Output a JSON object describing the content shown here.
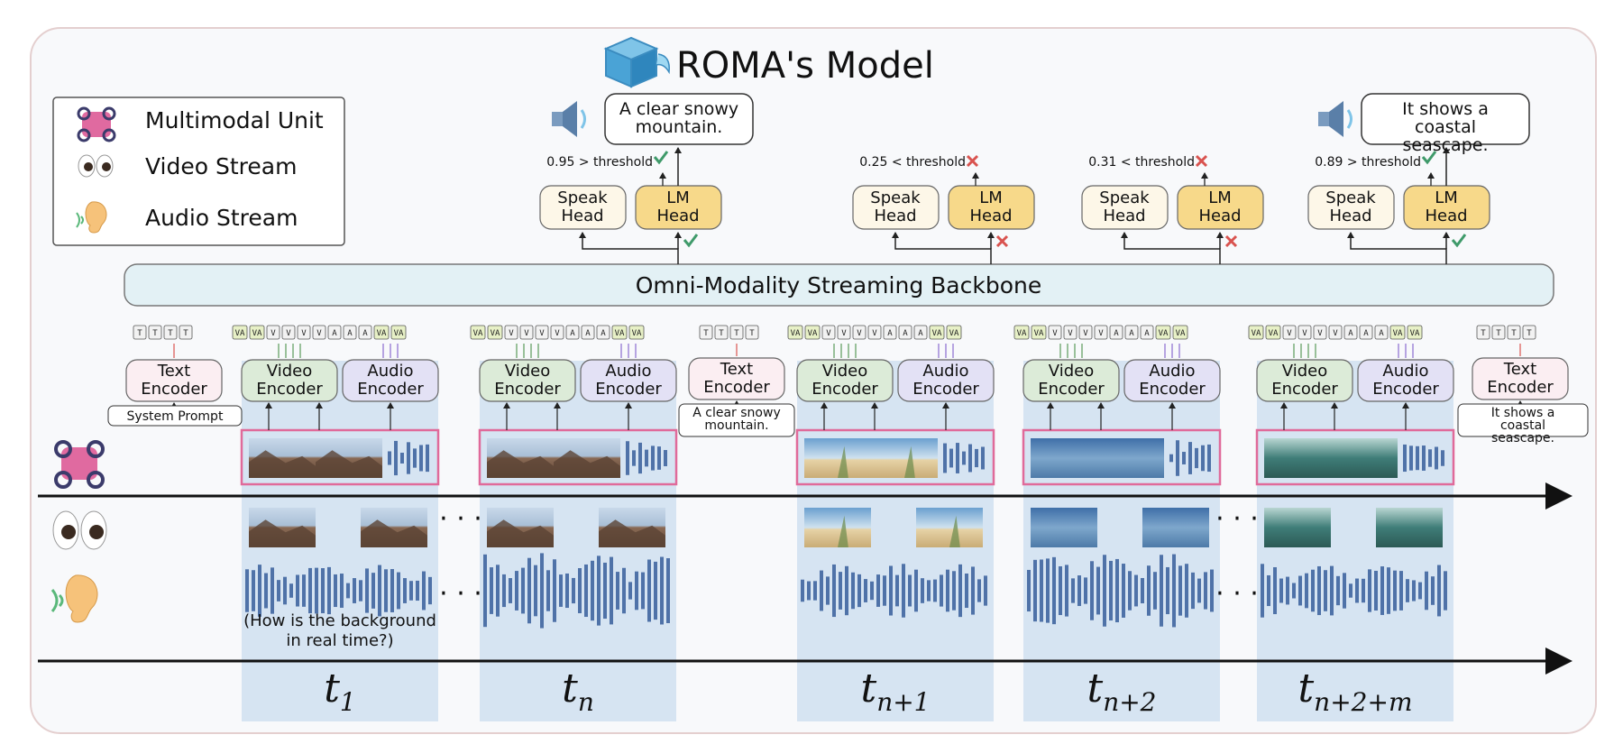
{
  "title": "ROMA's Model",
  "legend": [
    {
      "label": "Multimodal Unit",
      "icon": "multimodal-unit-icon"
    },
    {
      "label": "Video Stream",
      "icon": "eyes-icon"
    },
    {
      "label": "Audio Stream",
      "icon": "ear-icon"
    }
  ],
  "backbone": "Omni-Modality Streaming Backbone",
  "heads": {
    "speak": "Speak Head",
    "lm": "LM Head"
  },
  "decisions": [
    {
      "value": "0.95",
      "op": ">",
      "word": "threshold",
      "passed": true,
      "response": "A clear snowy mountain."
    },
    {
      "value": "0.25",
      "op": "<",
      "word": "threshold",
      "passed": false,
      "response": ""
    },
    {
      "value": "0.31",
      "op": "<",
      "word": "threshold",
      "passed": false,
      "response": ""
    },
    {
      "value": "0.89",
      "op": ">",
      "word": "threshold",
      "passed": true,
      "response": "It shows a coastal seascape."
    }
  ],
  "encoders": {
    "text": "Text Encoder",
    "video": "Video Encoder",
    "audio": "Audio Encoder"
  },
  "text_inputs": [
    "System Prompt",
    "A clear snowy mountain.",
    "It shows a coastal seascape."
  ],
  "audio_query": "(How is the background in real time?)",
  "token_labels": {
    "text": "T",
    "vision_audio": "VA",
    "video": "V",
    "audio": "A"
  },
  "timesteps": [
    {
      "base": "t",
      "sub": "1"
    },
    {
      "base": "t",
      "sub": "n"
    },
    {
      "base": "t",
      "sub": "n+1"
    },
    {
      "base": "t",
      "sub": "n+2"
    },
    {
      "base": "t",
      "sub": "n+2+m"
    }
  ],
  "ellipsis": "· · ·",
  "colors": {
    "column": "#d6e4f2",
    "text_encoder": "#fbeef2",
    "video_encoder": "#dcebd8",
    "audio_encoder": "#e3e1f5",
    "speak_head": "#fdf7e8",
    "lm_head": "#f7d98a",
    "backbone": "#e3f1f5",
    "wave": "#4f72a8",
    "unit_border": "#e06a9a",
    "check": "#3f9a6a",
    "cross": "#d9534f",
    "token_fill": "#e7f0c6"
  }
}
